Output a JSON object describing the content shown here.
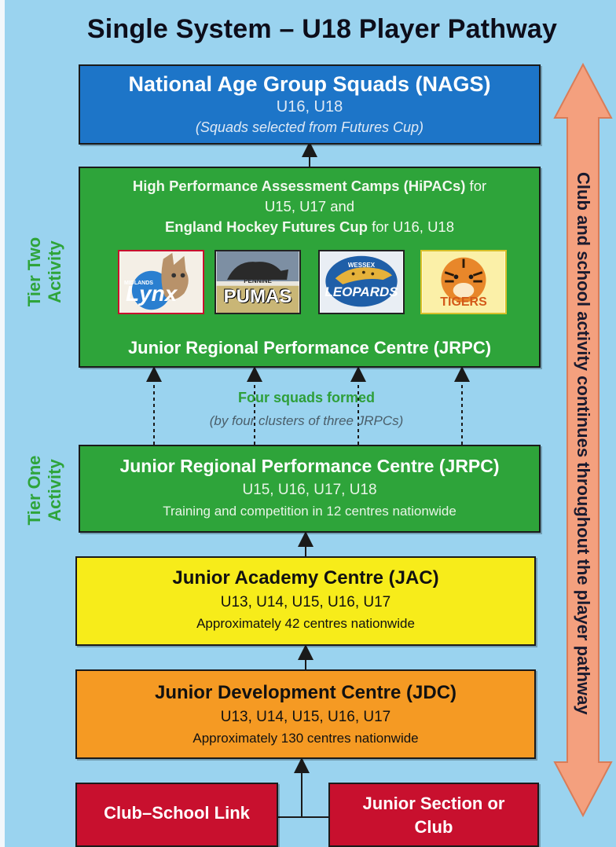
{
  "title": "Single System – U18 Player Pathway",
  "nags": {
    "title": "National Age Group Squads (NAGS)",
    "ages": "U16, U18",
    "note": "(Squads selected from Futures Cup)"
  },
  "tier_two": {
    "label_line1": "Tier Two",
    "label_line2": "Activity",
    "line1_bold": "High Performance Assessment Camps (HiPACs)",
    "line1_plain": " for",
    "line2": "U15, U17 and",
    "line3_bold": "England Hockey Futures Cup",
    "line3_plain": " for U16, U18",
    "footer": "Junior Regional Performance Centre (JRPC)",
    "logos": {
      "lynx": "Lynx",
      "lynx_small": "MIDLANDS",
      "pumas": "PUMAS",
      "pumas_small": "PENNINE",
      "leopards": "LEOPARDS",
      "leopards_small": "WESSEX",
      "tigers": "TIGERS"
    }
  },
  "squads": {
    "title": "Four squads formed",
    "subtitle": "(by four clusters of three JRPCs)"
  },
  "tier_one": {
    "label_line1": "Tier One",
    "label_line2": "Activity",
    "title": "Junior Regional Performance Centre (JRPC)",
    "ages": "U15, U16, U17, U18",
    "note": "Training and competition in 12 centres nationwide"
  },
  "jac": {
    "title": "Junior Academy Centre (JAC)",
    "ages": "U13, U14, U15, U16, U17",
    "note": "Approximately 42 centres nationwide"
  },
  "jdc": {
    "title": "Junior Development Centre (JDC)",
    "ages": "U13, U14, U15, U16, U17",
    "note": "Approximately 130 centres nationwide"
  },
  "club_school": {
    "label": "Club–School Link"
  },
  "junior_section": {
    "line1": "Junior Section or",
    "line2": "Club"
  },
  "side_arrow": {
    "text": "Club and school activity continues throughout the player pathway"
  },
  "colors": {
    "background": "#9ad3ef",
    "nags": "#1d75c8",
    "green": "#2ea43a",
    "jac": "#f7ec1a",
    "jdc": "#f59a23",
    "base": "#c8102e",
    "side_arrow": "#f4a07e"
  }
}
